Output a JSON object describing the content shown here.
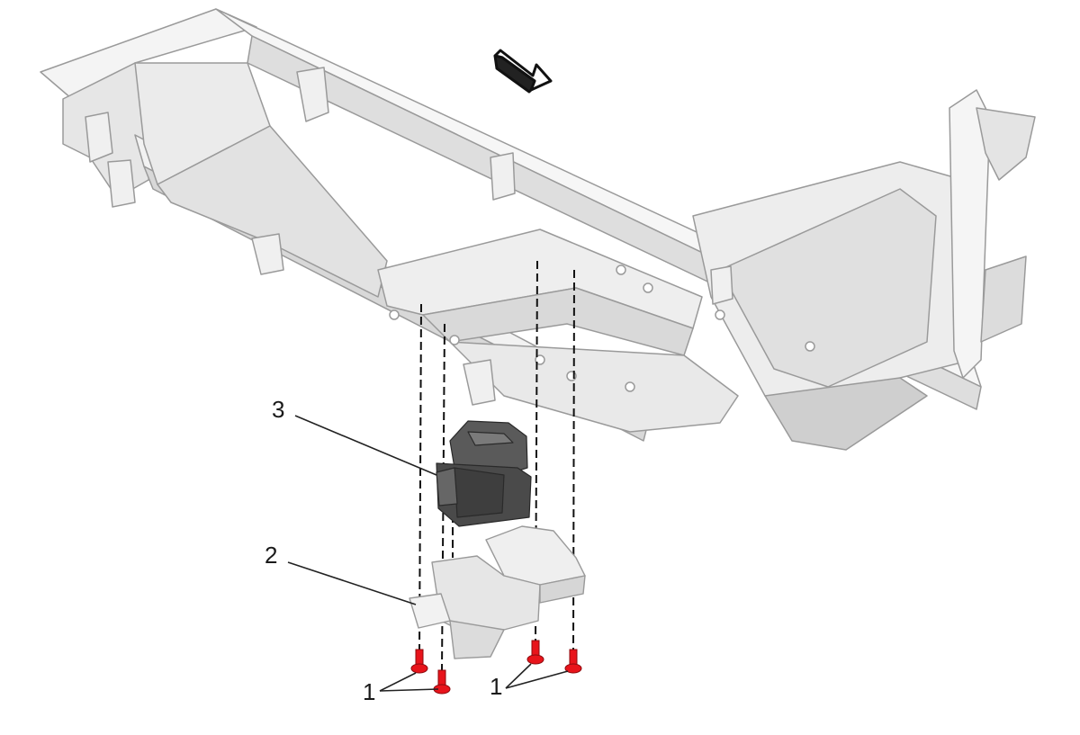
{
  "callouts": {
    "fastener_a": "1",
    "fastener_b": "1",
    "bracket": "2",
    "switch": "3"
  },
  "colors": {
    "part_fill": "#ececec",
    "part_light": "#f7f7f7",
    "part_shade": "#d4d4d4",
    "part_outline": "#9a9a9a",
    "switch_fill": "#555555",
    "switch_dark": "#3a3a3a",
    "screw": "#e8141b",
    "leader": "#222222"
  },
  "icons": {
    "direction": "forward-arrow-icon"
  }
}
